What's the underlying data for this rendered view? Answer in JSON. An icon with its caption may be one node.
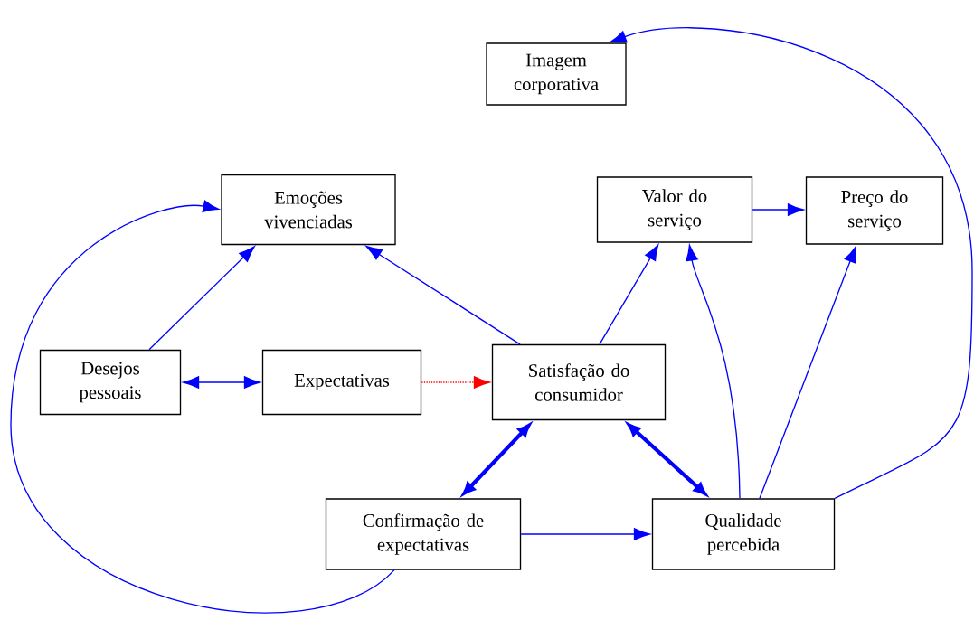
{
  "diagram": {
    "nodes": [
      {
        "text": [
          "Imagem corporativa"
        ]
      },
      {
        "text": [
          "Emoções vivenciadas"
        ]
      },
      {
        "text": [
          "Valor do serviço"
        ]
      },
      {
        "text": [
          "Preço do serviço"
        ]
      },
      {
        "text": [
          "Desejos pessoais"
        ]
      },
      {
        "text": [
          "Expectativas"
        ]
      },
      {
        "text": [
          "Satisfação do consumidor"
        ]
      },
      {
        "text": [
          "Confirmação de expectativas"
        ]
      },
      {
        "text": [
          "Qualidade percebida"
        ]
      }
    ],
    "edges": [
      {
        "from": 4,
        "to": 1,
        "arrow": "to"
      },
      {
        "from": 6,
        "to": 1,
        "arrow": "to"
      },
      {
        "from": 4,
        "to": 5,
        "arrow": "both"
      },
      {
        "from": 5,
        "to": 6,
        "arrow": "to",
        "style": "dashed",
        "color": "#ff0000"
      },
      {
        "from": 6,
        "to": 2,
        "arrow": "to"
      },
      {
        "from": 2,
        "to": 3,
        "arrow": "to"
      },
      {
        "from": 8,
        "to": 2,
        "arrow": "to"
      },
      {
        "from": 8,
        "to": 3,
        "arrow": "to"
      },
      {
        "from": 6,
        "to": 7,
        "arrow": "both",
        "style": "thick"
      },
      {
        "from": 6,
        "to": 8,
        "arrow": "both",
        "style": "thick"
      },
      {
        "from": 7,
        "to": 8,
        "arrow": "to"
      },
      {
        "from": 7,
        "to": 1,
        "arrow": "to"
      },
      {
        "from": 8,
        "to": 0,
        "arrow": "to"
      }
    ]
  }
}
